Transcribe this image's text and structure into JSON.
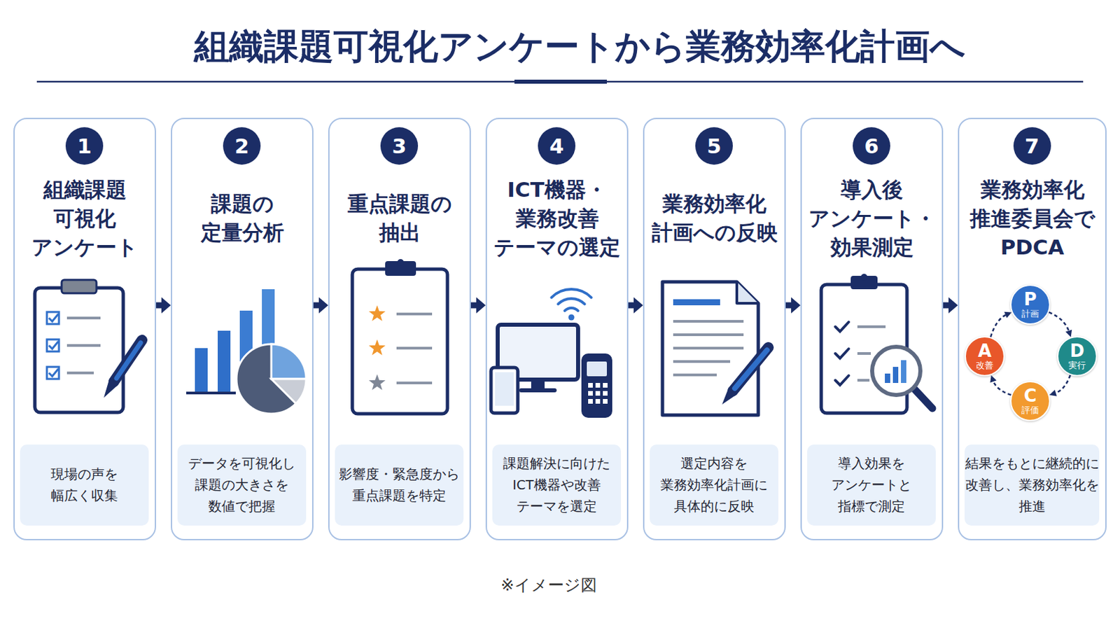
{
  "diagram": {
    "title": "組織課題可視化アンケートから業務効率化計画へ",
    "caption": "※イメージ図",
    "nodes": [
      {
        "text": [
          "組織課題 可視化 アンケート"
        ]
      },
      {
        "text": [
          "1"
        ],
        "in": 0
      },
      {
        "text": [
          "現場の声を 幅広く収集"
        ],
        "in": 0
      },
      {
        "text": [
          "課題の 定量分析"
        ]
      },
      {
        "text": [
          "2"
        ],
        "in": 3
      },
      {
        "text": [
          "データを可視化し 課題の大きさを 数値で把握"
        ],
        "in": 3
      },
      {
        "text": [
          "重点課題の 抽出"
        ]
      },
      {
        "text": [
          "3"
        ],
        "in": 6
      },
      {
        "text": [
          "影響度・緊急度から 重点課題を特定"
        ],
        "in": 6
      },
      {
        "text": [
          "ICT機器・ 業務改善 テーマの選定"
        ]
      },
      {
        "text": [
          "4"
        ],
        "in": 9
      },
      {
        "text": [
          "課題解決に向けた ICT機器や改善 テーマを選定"
        ],
        "in": 9
      },
      {
        "text": [
          "業務効率化 計画への反映"
        ]
      },
      {
        "text": [
          "5"
        ],
        "in": 12
      },
      {
        "text": [
          "選定内容を 業務効率化計画に 具体的に反映"
        ],
        "in": 12
      },
      {
        "text": [
          "導入後 アンケート・ 効果測定"
        ]
      },
      {
        "text": [
          "6"
        ],
        "in": 15
      },
      {
        "text": [
          "導入効果を アンケートと 指標で測定"
        ],
        "in": 15
      },
      {
        "text": [
          "業務効率化 推進委員会で PDCA"
        ]
      },
      {
        "text": [
          "7"
        ],
        "in": 18
      },
      {
        "text": [
          "P",
          "計画"
        ],
        "in": 18
      },
      {
        "text": [
          "D",
          "実行"
        ],
        "in": 18
      },
      {
        "text": [
          "C",
          "評価"
        ],
        "in": 18
      },
      {
        "text": [
          "A",
          "改善"
        ],
        "in": 18
      },
      {
        "text": [
          "結果をもとに継続的に 改善し、業務効率化を 推進"
        ],
        "in": 18
      }
    ],
    "edges": [
      {
        "from": 0,
        "to": 3,
        "arrow": "to"
      },
      {
        "from": 3,
        "to": 6,
        "arrow": "to"
      },
      {
        "from": 6,
        "to": 9,
        "arrow": "to"
      },
      {
        "from": 9,
        "to": 12,
        "arrow": "to"
      },
      {
        "from": 12,
        "to": 15,
        "arrow": "to"
      },
      {
        "from": 15,
        "to": 18,
        "arrow": "to"
      },
      {
        "from": 20,
        "to": 21,
        "arrow": "to"
      },
      {
        "from": 21,
        "to": 22,
        "arrow": "to"
      },
      {
        "from": 22,
        "to": 23,
        "arrow": "to"
      },
      {
        "from": 23,
        "to": 20,
        "arrow": "to"
      }
    ]
  }
}
